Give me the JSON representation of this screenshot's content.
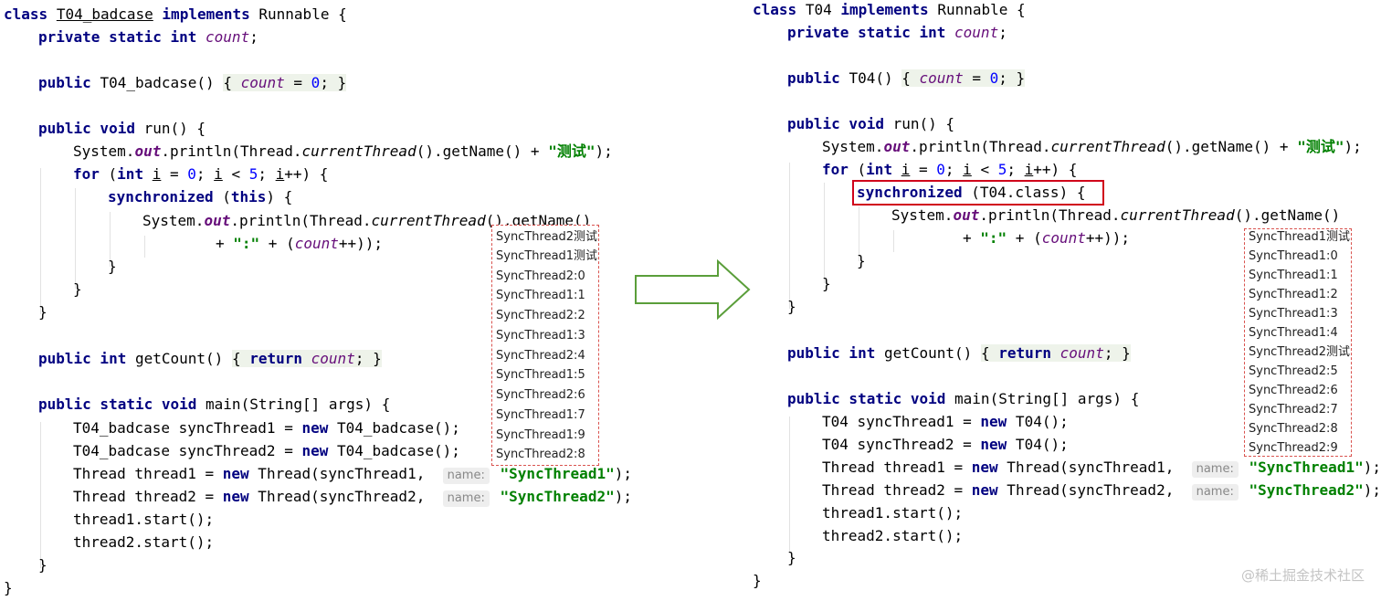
{
  "left_code": {
    "class_kw": "class",
    "class_name": "T04_badcase",
    "implements_kw": "implements",
    "iface": "Runnable {",
    "private_static_int": "private static int",
    "count": "count",
    "semicolon": ";",
    "public_kw": "public",
    "ctor_name": "T04_badcase()",
    "ctor_open": "{",
    "ctor_assign": " = ",
    "zero": "0",
    "ctor_close": "; }",
    "public_void": "public void",
    "run_sig": "run() {",
    "system": "System.",
    "out": "out",
    "println_start": ".println(Thread.",
    "current_thread": "currentThread",
    "get_name_concat": "().getName() + ",
    "test_str": "\"测试\"",
    "end_stmt": ");",
    "for_kw": "for",
    "for_open": " (",
    "int_kw": "int",
    "var_i": "i",
    "for_mid1": " = ",
    "for_mid2": "; ",
    "for_mid3": " < ",
    "five": "5",
    "for_mid4": "; ",
    "for_end": "++) {",
    "synchronized_kw": "synchronized",
    "sync_open": " (",
    "this_kw": "this",
    "sync_close": ") {",
    "get_name_tail": "().getName()",
    "plus": "+ ",
    "colon_str": "\":\"",
    "plus_count_open": " + (",
    "count_inc_close": "++));",
    "brace_close": "}",
    "public_int": "public int",
    "get_count_sig": "getCount()",
    "open_brace": "{",
    "return_kw": "return",
    "count_close": "; }",
    "public_static_void": "public static void",
    "main_sig": "main(String[] args) {",
    "decl1": "T04_badcase syncThread1 = ",
    "decl2": "T04_badcase syncThread2 = ",
    "new_kw": "new",
    "ctor_call": " T04_badcase();",
    "thread_decl1": "Thread thread1 = ",
    "thread_decl2": "Thread thread2 = ",
    "thread_ctor1": " Thread(syncThread1,  ",
    "thread_ctor2": " Thread(syncThread2,  ",
    "hint_name": "name:",
    "name1": "\"SyncThread1\"",
    "name2": "\"SyncThread2\"",
    "start1": "thread1.start();",
    "start2": "thread2.start();"
  },
  "left_output": [
    "SyncThread2测试",
    "SyncThread1测试",
    "SyncThread2:0",
    "SyncThread1:1",
    "SyncThread2:2",
    "SyncThread1:3",
    "SyncThread2:4",
    "SyncThread1:5",
    "SyncThread2:6",
    "SyncThread1:7",
    "SyncThread1:9",
    "SyncThread2:8"
  ],
  "right_code": {
    "class_name": "T04",
    "ctor_name": "T04()",
    "sync_target": "T04.class",
    "decl1": "T04 syncThread1 = ",
    "decl2": "T04 syncThread2 = ",
    "ctor_call": " T04();"
  },
  "right_output": [
    "SyncThread1测试",
    "SyncThread1:0",
    "SyncThread1:1",
    "SyncThread1:2",
    "SyncThread1:3",
    "SyncThread1:4",
    "SyncThread2测试",
    "SyncThread2:5",
    "SyncThread2:6",
    "SyncThread2:7",
    "SyncThread2:8",
    "SyncThread2:9"
  ],
  "colors": {
    "keyword": "#000080",
    "field": "#660e7a",
    "number": "#0000ff",
    "string": "#008000",
    "highlight_border": "#d0021b",
    "output_border": "#d9534f",
    "arrow": "#5a9e3a"
  },
  "icons": {
    "arrow": "right-arrow-icon"
  },
  "watermark": "@稀土掘金技术社区"
}
